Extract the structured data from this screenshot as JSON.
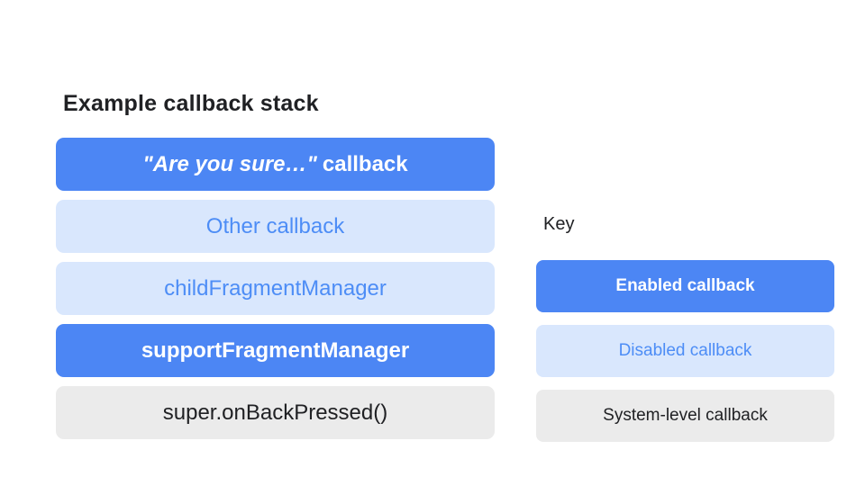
{
  "left": {
    "title": "Example callback stack",
    "stack": [
      {
        "text_italic": "\"Are you sure…\"",
        "text_rest": "callback",
        "style": "enabled"
      },
      {
        "text": "Other callback",
        "style": "disabled"
      },
      {
        "text": "childFragmentManager",
        "style": "disabled"
      },
      {
        "text": "supportFragmentManager",
        "style": "enabled"
      },
      {
        "text": "super.onBackPressed()",
        "style": "system"
      }
    ]
  },
  "key": {
    "title": "Key",
    "items": [
      {
        "text": "Enabled callback",
        "style": "enabled"
      },
      {
        "text": "Disabled callback",
        "style": "disabled"
      },
      {
        "text": "System-level callback",
        "style": "system"
      }
    ]
  },
  "colors": {
    "enabled_bg": "#4c86f4",
    "enabled_text": "#ffffff",
    "disabled_bg": "#d9e7fd",
    "disabled_text": "#4d8df6",
    "system_bg": "#ebebeb",
    "system_text": "#202124"
  }
}
